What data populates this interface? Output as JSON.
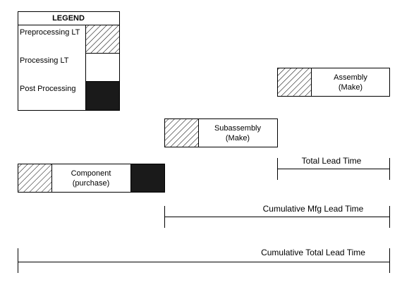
{
  "legend": {
    "title": "LEGEND",
    "items": [
      {
        "label": "Preprocessing LT",
        "fill": "hatch"
      },
      {
        "label": "Processing LT",
        "fill": "white"
      },
      {
        "label": "Post Processing",
        "fill": "black"
      }
    ]
  },
  "bars": {
    "assembly": {
      "line1": "Assembly",
      "line2": "(Make)"
    },
    "subassembly": {
      "line1": "Subassembly",
      "line2": "(Make)"
    },
    "component": {
      "line1": "Component",
      "line2": "(purchase)"
    }
  },
  "spans": {
    "total_lead_time": "Total Lead Time",
    "cumulative_mfg": "Cumulative Mfg Lead Time",
    "cumulative_total": "Cumulative Total Lead Time"
  },
  "colors": {
    "line": "#000000",
    "post_fill": "#1a1a1a",
    "background": "#ffffff"
  }
}
